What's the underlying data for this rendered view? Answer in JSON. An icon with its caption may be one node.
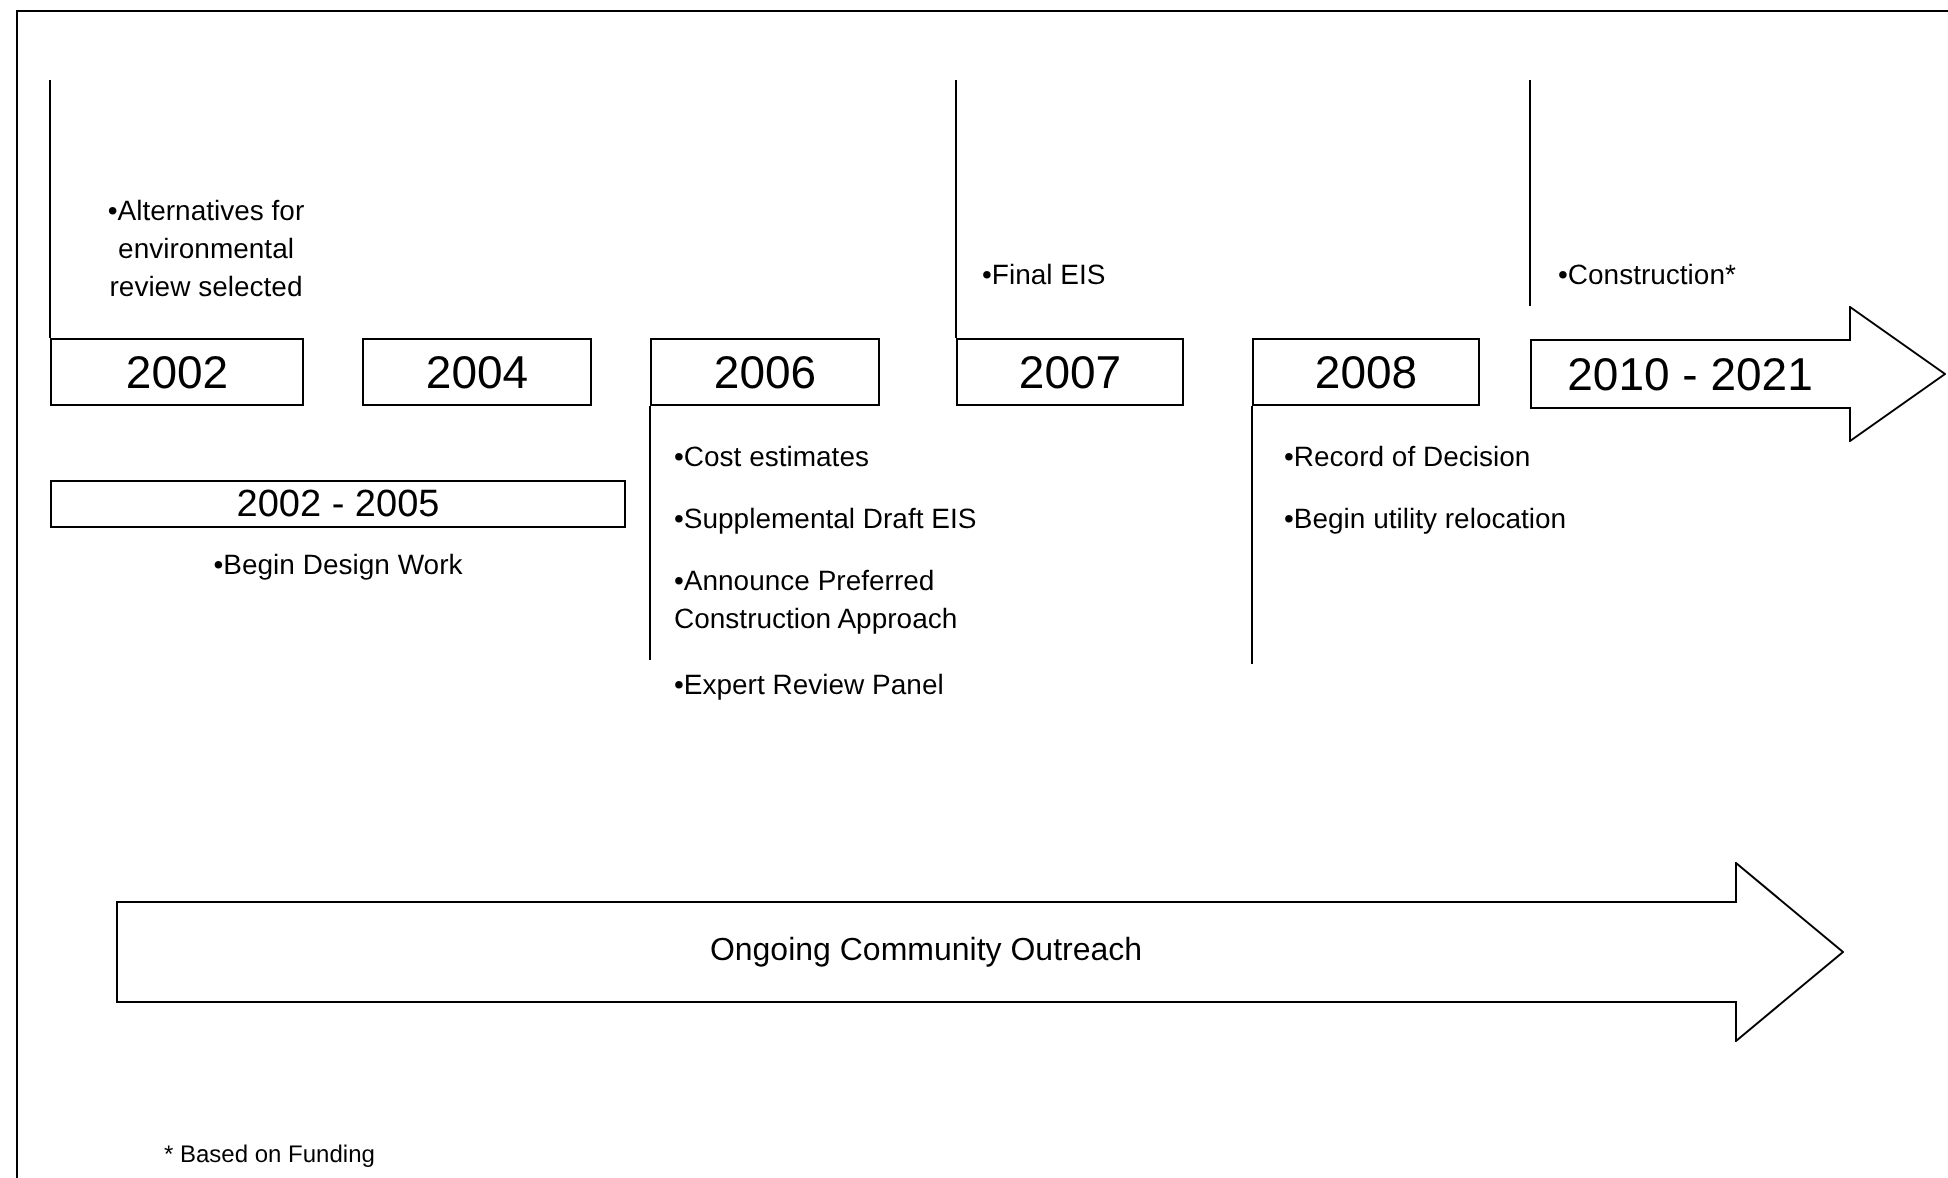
{
  "diagram": {
    "nodes": [
      {
        "text": [
          "2002"
        ],
        "beside": [
          "•Alternatives for environmental review selected"
        ]
      },
      {
        "text": [
          "2004"
        ]
      },
      {
        "text": [
          "2006"
        ],
        "beside": [
          "•Cost estimates",
          "•Supplemental Draft EIS",
          "•Announce Preferred Construction Approach",
          "•Expert Review Panel"
        ]
      },
      {
        "text": [
          "2007"
        ],
        "beside": [
          "•Final EIS"
        ]
      },
      {
        "text": [
          "2008"
        ]
      },
      {
        "text": [
          "2010 - 2021"
        ],
        "beside": [
          "•Construction*"
        ]
      },
      {
        "text": [
          "2002 - 2005"
        ],
        "beside": [
          "•Begin Design Work"
        ]
      },
      {
        "text": [
          "Ongoing Community Outreach"
        ]
      }
    ],
    "labels": [
      "•Record of Decision",
      "•Begin utility relocation",
      "* Based on Funding"
    ]
  }
}
